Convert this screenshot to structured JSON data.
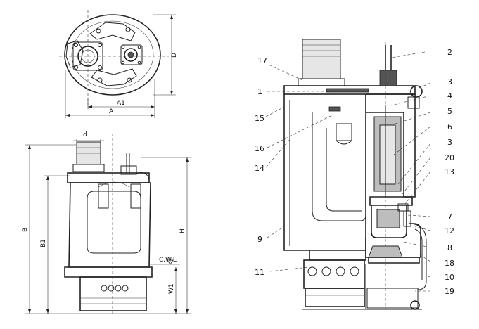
{
  "top_view": {
    "dims": {
      "a": "A",
      "a1": "A1",
      "d": "D"
    }
  },
  "side_view": {
    "dims": {
      "d": "d",
      "b": "B",
      "b1": "B1",
      "h": "H",
      "cwl": "C.W.L",
      "w1": "W1"
    }
  },
  "section_view": {
    "callouts": [
      "17",
      "1",
      "15",
      "16",
      "14",
      "9",
      "11",
      "2",
      "3",
      "4",
      "5",
      "6",
      "3",
      "20",
      "13",
      "7",
      "12",
      "8",
      "18",
      "10",
      "19"
    ]
  }
}
